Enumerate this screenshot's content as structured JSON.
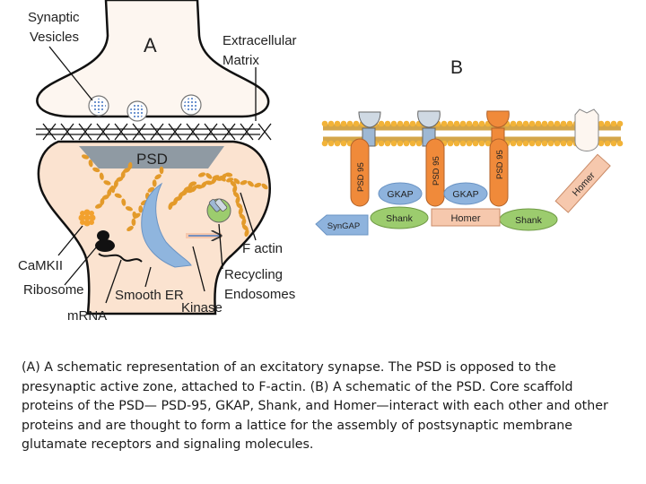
{
  "panel_a": {
    "letter": "A",
    "labels": {
      "synaptic_vesicles_1": "Synaptic",
      "synaptic_vesicles_2": "Vesicles",
      "extracellular_matrix_1": "Extracellular",
      "extracellular_matrix_2": "Matrix",
      "psd": "PSD",
      "f_actin": "F actin",
      "camkii": "CaMKII",
      "ribosome": "Ribosome",
      "smooth_er": "Smooth ER",
      "mrna": "mRNA",
      "kinase": "Kinase",
      "recycling_endosomes_1": "Recycling",
      "recycling_endosomes_2": "Endosomes"
    }
  },
  "panel_b": {
    "letter": "B",
    "labels": {
      "psd95": "PSD 95",
      "gkap": "GKAP",
      "shank": "Shank",
      "homer": "Homer",
      "syngap": "SynGAP"
    }
  },
  "caption": "(A) A schematic representation of an excitatory synapse. The PSD is opposed to the presynaptic active zone, attached to F-actin. (B) A schematic of the PSD. Core scaffold proteins of the PSD— PSD-95, GKAP, Shank, and Homer—interact with each other and other proteins and are thought to form a lattice for the assembly of postsynaptic membrane glutamate receptors and signaling molecules.",
  "colors": {
    "cytoplasm": "#fbe3d0",
    "actin": "#e39a2a",
    "psd_bar": "#8f9aa3",
    "er": "#8fb5de",
    "psd95": "#f08a3a",
    "gkap": "#8eb3dd",
    "shank": "#9ccc6e",
    "homer": "#f6c8ad",
    "syngap": "#8eb3dd",
    "lipid_head": "#f2b338"
  }
}
